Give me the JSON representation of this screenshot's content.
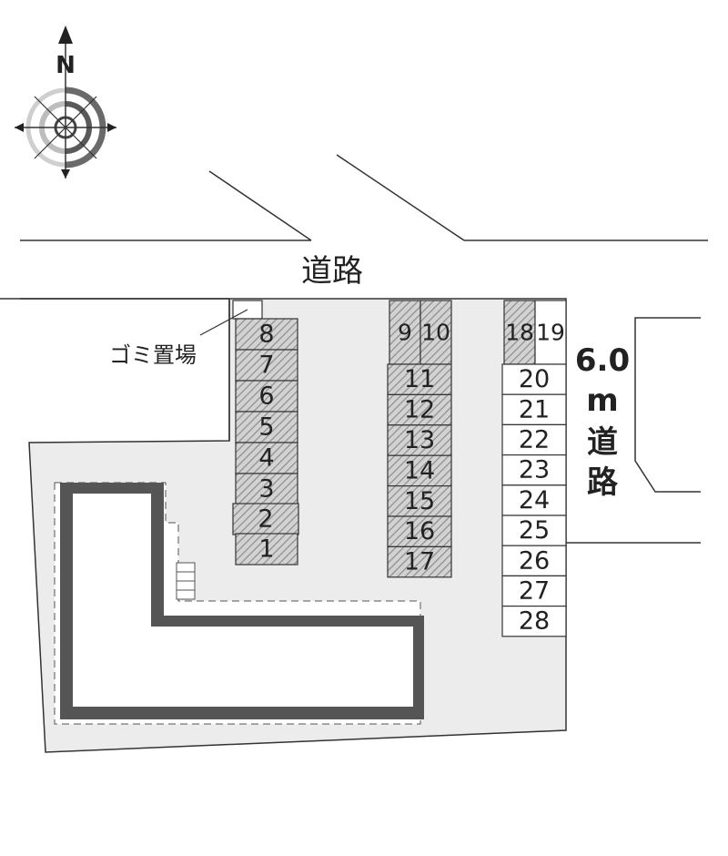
{
  "compass": {
    "north_label": "N",
    "icon": "compass-rose-icon"
  },
  "roads": {
    "top_label": "道路",
    "right_width": "6.0",
    "right_unit": "m",
    "right_label_1": "道",
    "right_label_2": "路"
  },
  "facilities": {
    "garbage_label": "ゴミ置場",
    "stairs_icon": "stairs-icon"
  },
  "parking": {
    "left_column": [
      "8",
      "7",
      "6",
      "5",
      "4",
      "3",
      "2",
      "1"
    ],
    "middle_top": [
      "9",
      "10"
    ],
    "middle_column": [
      "11",
      "12",
      "13",
      "14",
      "15",
      "16",
      "17"
    ],
    "right_top": [
      "18",
      "19"
    ],
    "right_column": [
      "20",
      "21",
      "22",
      "23",
      "24",
      "25",
      "26",
      "27",
      "28"
    ],
    "hatched_spaces": [
      "1",
      "2",
      "3",
      "4",
      "5",
      "6",
      "7",
      "8",
      "9",
      "10",
      "11",
      "12",
      "13",
      "14",
      "15",
      "16",
      "17",
      "18"
    ],
    "available_spaces": [
      "19",
      "20",
      "21",
      "22",
      "23",
      "24",
      "25",
      "26",
      "27",
      "28"
    ]
  },
  "colors": {
    "site": "#ececec",
    "building_wall": "#555555",
    "hatch": "#9a9a9a",
    "line": "#333333"
  }
}
